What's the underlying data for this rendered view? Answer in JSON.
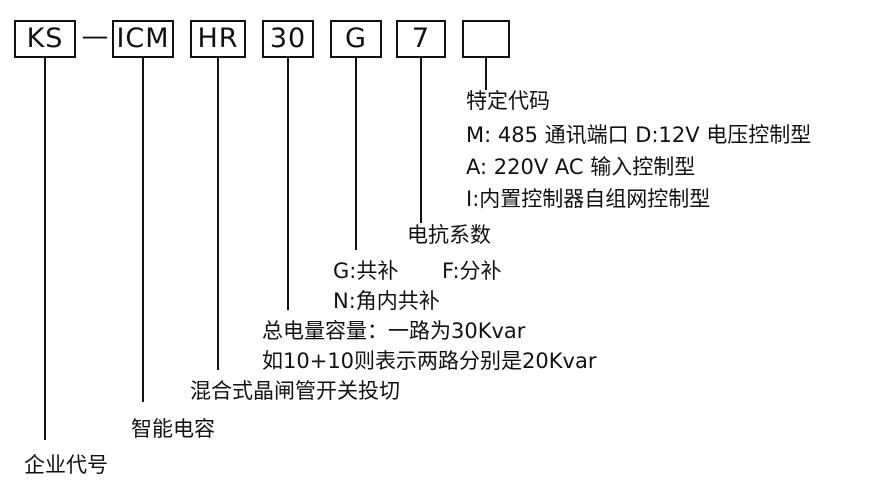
{
  "code_segments": [
    {
      "key": "company",
      "text": "KS"
    },
    {
      "key": "dash",
      "text": "—"
    },
    {
      "key": "intelligent",
      "text": "ICM"
    },
    {
      "key": "switch",
      "text": "HR"
    },
    {
      "key": "capacity",
      "text": "30"
    },
    {
      "key": "compensation",
      "text": "G"
    },
    {
      "key": "reactance",
      "text": "7"
    },
    {
      "key": "special",
      "text": ""
    }
  ],
  "labels": {
    "special_title": "特定代码",
    "special_m": "M: 485 通讯端口  D:12V 电压控制型",
    "special_a": "A: 220V AC 输入控制型",
    "special_i": "I:内置控制器自组网控制型",
    "reactance": "电抗系数",
    "compensation_g": "G:共补",
    "compensation_f": "F:分补",
    "compensation_n": "N:角内共补",
    "capacity_1": "总电量容量：一路为30Kvar",
    "capacity_2": "如10+10则表示两路分别是20Kvar",
    "switch": "混合式晶闸管开关投切",
    "intelligent": "智能电容",
    "company": "企业代号"
  }
}
